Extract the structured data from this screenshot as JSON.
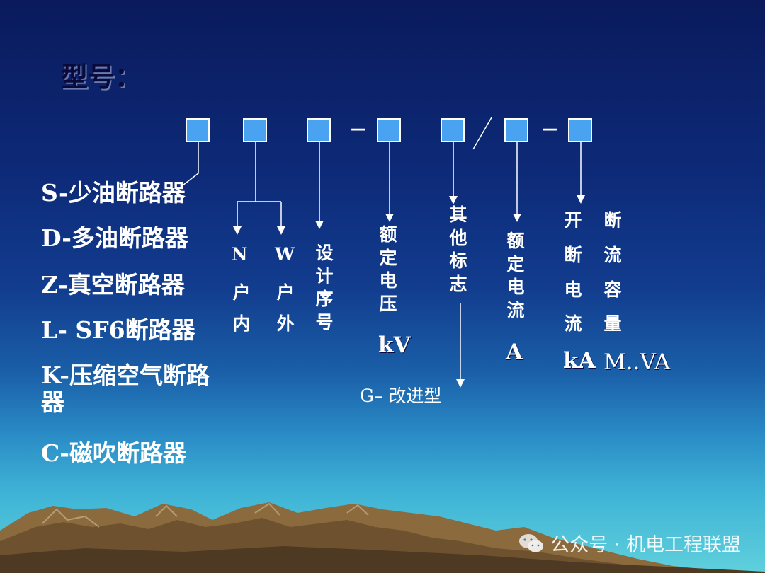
{
  "title": "型号：",
  "sep_dash_1": "－",
  "sep_slash": "╱",
  "sep_dash_2": "－",
  "left_list": [
    "S-少油断路器",
    "D-多油断路器",
    "Z-真空断路器",
    "L- SF6断路器",
    "K-压缩空气断路器",
    "C-磁吹断路器"
  ],
  "fields": {
    "n_letter": "N",
    "n_label": "户内",
    "w_letter": "W",
    "w_label": "户外",
    "design_seq": "设计序号",
    "rated_voltage": "额定电压",
    "voltage_unit": "kV",
    "other_mark": "其他标志",
    "improved": "G– 改进型",
    "rated_current": "额定电流",
    "current_unit": "A",
    "break_current": "开断电流",
    "break_current_unit": "kA",
    "break_capacity": "断流容量",
    "break_capacity_unit": "M..VA"
  },
  "watermark": "公众号 · 机电工程联盟"
}
